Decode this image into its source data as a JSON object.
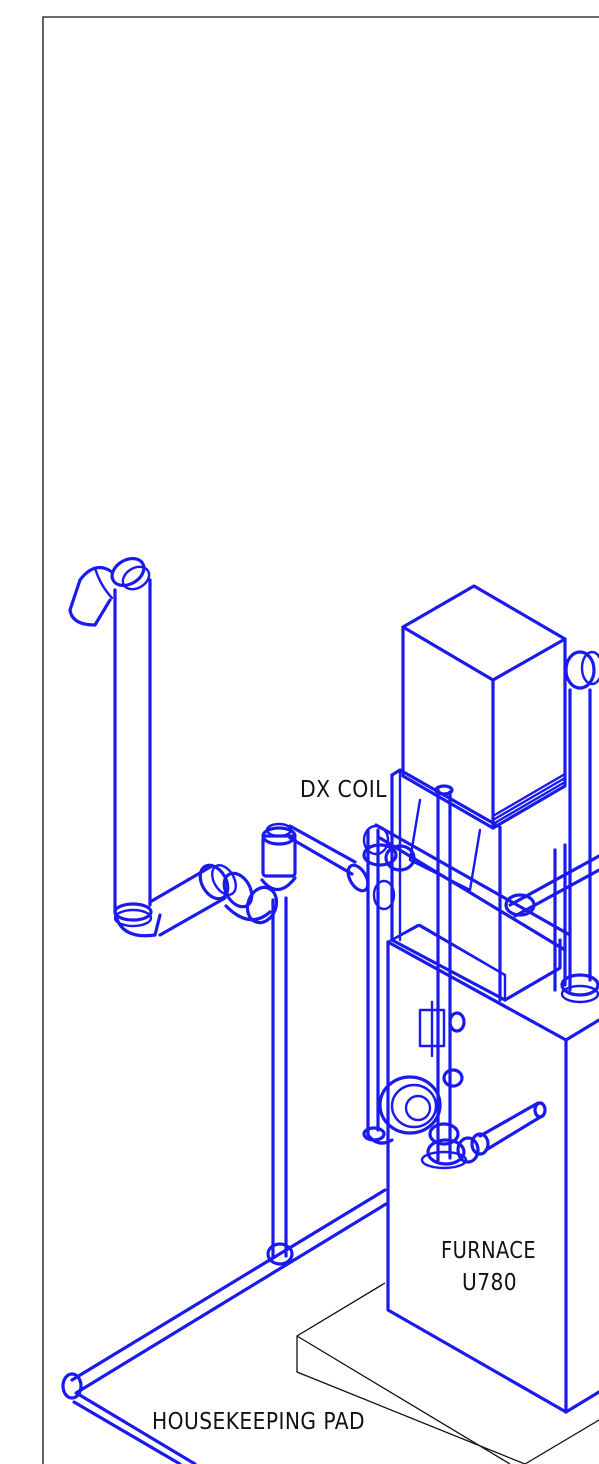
{
  "labels": {
    "dx_coil": "DX  COIL",
    "furnace_line1": "FURNACE",
    "furnace_line2": "U780",
    "housekeeping_pad": "HOUSEKEEPING  PAD"
  },
  "colors": {
    "equipment_piping": "#1a1aee",
    "border_and_pad": "#111111",
    "background": "#ffffff"
  }
}
